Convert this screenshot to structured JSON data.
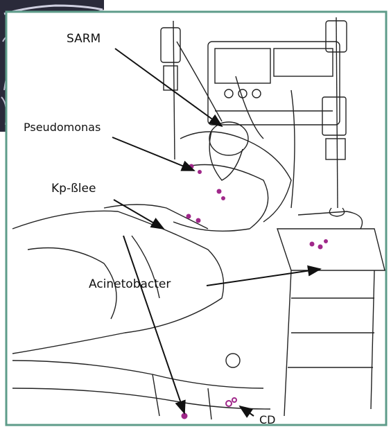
{
  "labels": {
    "sarm": "SARM",
    "pseudomonas": "Pseudomonas",
    "kp": "Kp-ßlee",
    "acinetobacter": "Acinetobacter",
    "cd": "CD"
  },
  "colors": {
    "frame": "#5e9c8a",
    "line": "#222222",
    "contamination": "#a0288a",
    "corner_dark": "#1c1c2a"
  }
}
